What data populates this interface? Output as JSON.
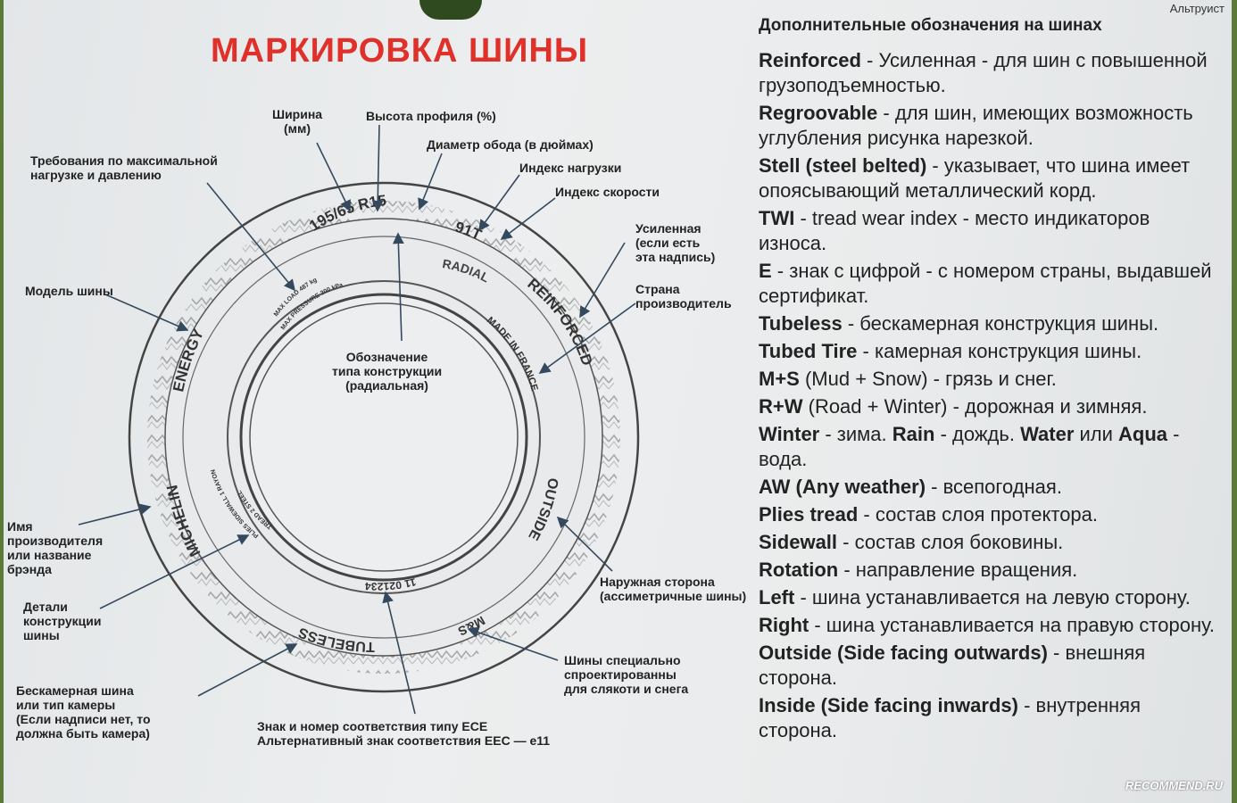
{
  "title": "МАРКИРОВКА ШИНЫ",
  "watermark_top": "Альтруист",
  "watermark_bottom": "RECOMMEND.RU",
  "tire_text": {
    "size": "195/65 R15",
    "index": "91T",
    "radial": "RADIAL",
    "reinforced": "REINFORCED",
    "made_in": "MADE IN FRANCE",
    "energy": "ENERGY",
    "michelin": "MICHELIN",
    "outside": "OUTSIDE",
    "ms": "M&S",
    "tubeless": "TUBELESS",
    "ece": "11 021234",
    "max_load": "MAX LOAD 487 kg",
    "max_pressure": "MAX PRESSURE 300 kPa",
    "plies": "PLIES SIDEWALL 1 RAYON",
    "plies2": "TREAD 2 STEEL"
  },
  "labels": {
    "width": "Ширина\n(мм)",
    "profile": "Высота профиля (%)",
    "rim": "Диаметр обода (в дюймах)",
    "load_index": "Индекс нагрузки",
    "speed_index": "Индекс скорости",
    "max_load": "Требования по максимальной\nнагрузке и давлению",
    "reinforced": "Усиленная\n(если есть\nэта надпись)",
    "country": "Страна\nпроизводитель",
    "model": "Модель шины",
    "construction": "Обозначение\nтипа конструкции\n(радиальная)",
    "manufacturer": "Имя\nпроизводителя\nили название\nбрэнда",
    "details": "Детали\nконструкции\nшины",
    "outer": "Наружная сторона\n(ассиметричные шины)",
    "mud": "Шины специально\nспроектированны\nдля слякоти и снега",
    "tubeless": "Бескамерная шина\nили тип камеры\n(Если надписи нет, то\nдолжна быть камера)",
    "ece": "Знак и номер соответствия типу ECE\nАльтернативный знак соответствия EEC — e11"
  },
  "right_panel": {
    "heading": "Дополнительные обозначения на шинах",
    "entries": [
      {
        "term": "Reinforced",
        "text": " - Усиленная - для шин с повышенной грузоподъемностью."
      },
      {
        "term": "Regroovable",
        "text": " - для шин, имеющих возможность углубления рисунка нарезкой."
      },
      {
        "term": "Stell (steel belted)",
        "text": " - указывает, что шина имеет опоясывающий металлический корд."
      },
      {
        "term": "TWI",
        "text": " - tread wear index - место индикаторов износа."
      },
      {
        "term": "E",
        "text": " - знак с цифрой - с номером страны, выдавшей сертификат."
      },
      {
        "term": "Tubeless",
        "text": " - бескамерная конструкция шины."
      },
      {
        "term": "Tubed Tire",
        "text": " - камерная конструкция шины."
      },
      {
        "term": "M+S",
        "text": " (Mud + Snow) - грязь и снег."
      },
      {
        "term": "R+W",
        "text": " (Road + Winter) - дорожная и зимняя."
      },
      {
        "term": "Winter",
        "text": " - зима. ",
        "term2": "Rain",
        "text2": " - дождь. ",
        "term3": "Water",
        "text3": " или ",
        "term4": "Aqua",
        "text4": " - вода."
      },
      {
        "term": "AW (Any weather)",
        "text": " - всепогодная."
      },
      {
        "term": "Plies tread",
        "text": " - состав слоя протектора."
      },
      {
        "term": "Sidewall",
        "text": " - состав слоя боковины."
      },
      {
        "term": "Rotation",
        "text": " - направление вращения."
      },
      {
        "term": "Left",
        "text": " - шина устанавливается на левую сторону."
      },
      {
        "term": "Right",
        "text": " - шина устанавливается на правую сторону."
      },
      {
        "term": "Outside (Side facing outwards)",
        "text": " - внешняя сторона."
      },
      {
        "term": "Inside (Side facing inwards)",
        "text": " - внутренняя сторона."
      }
    ]
  }
}
